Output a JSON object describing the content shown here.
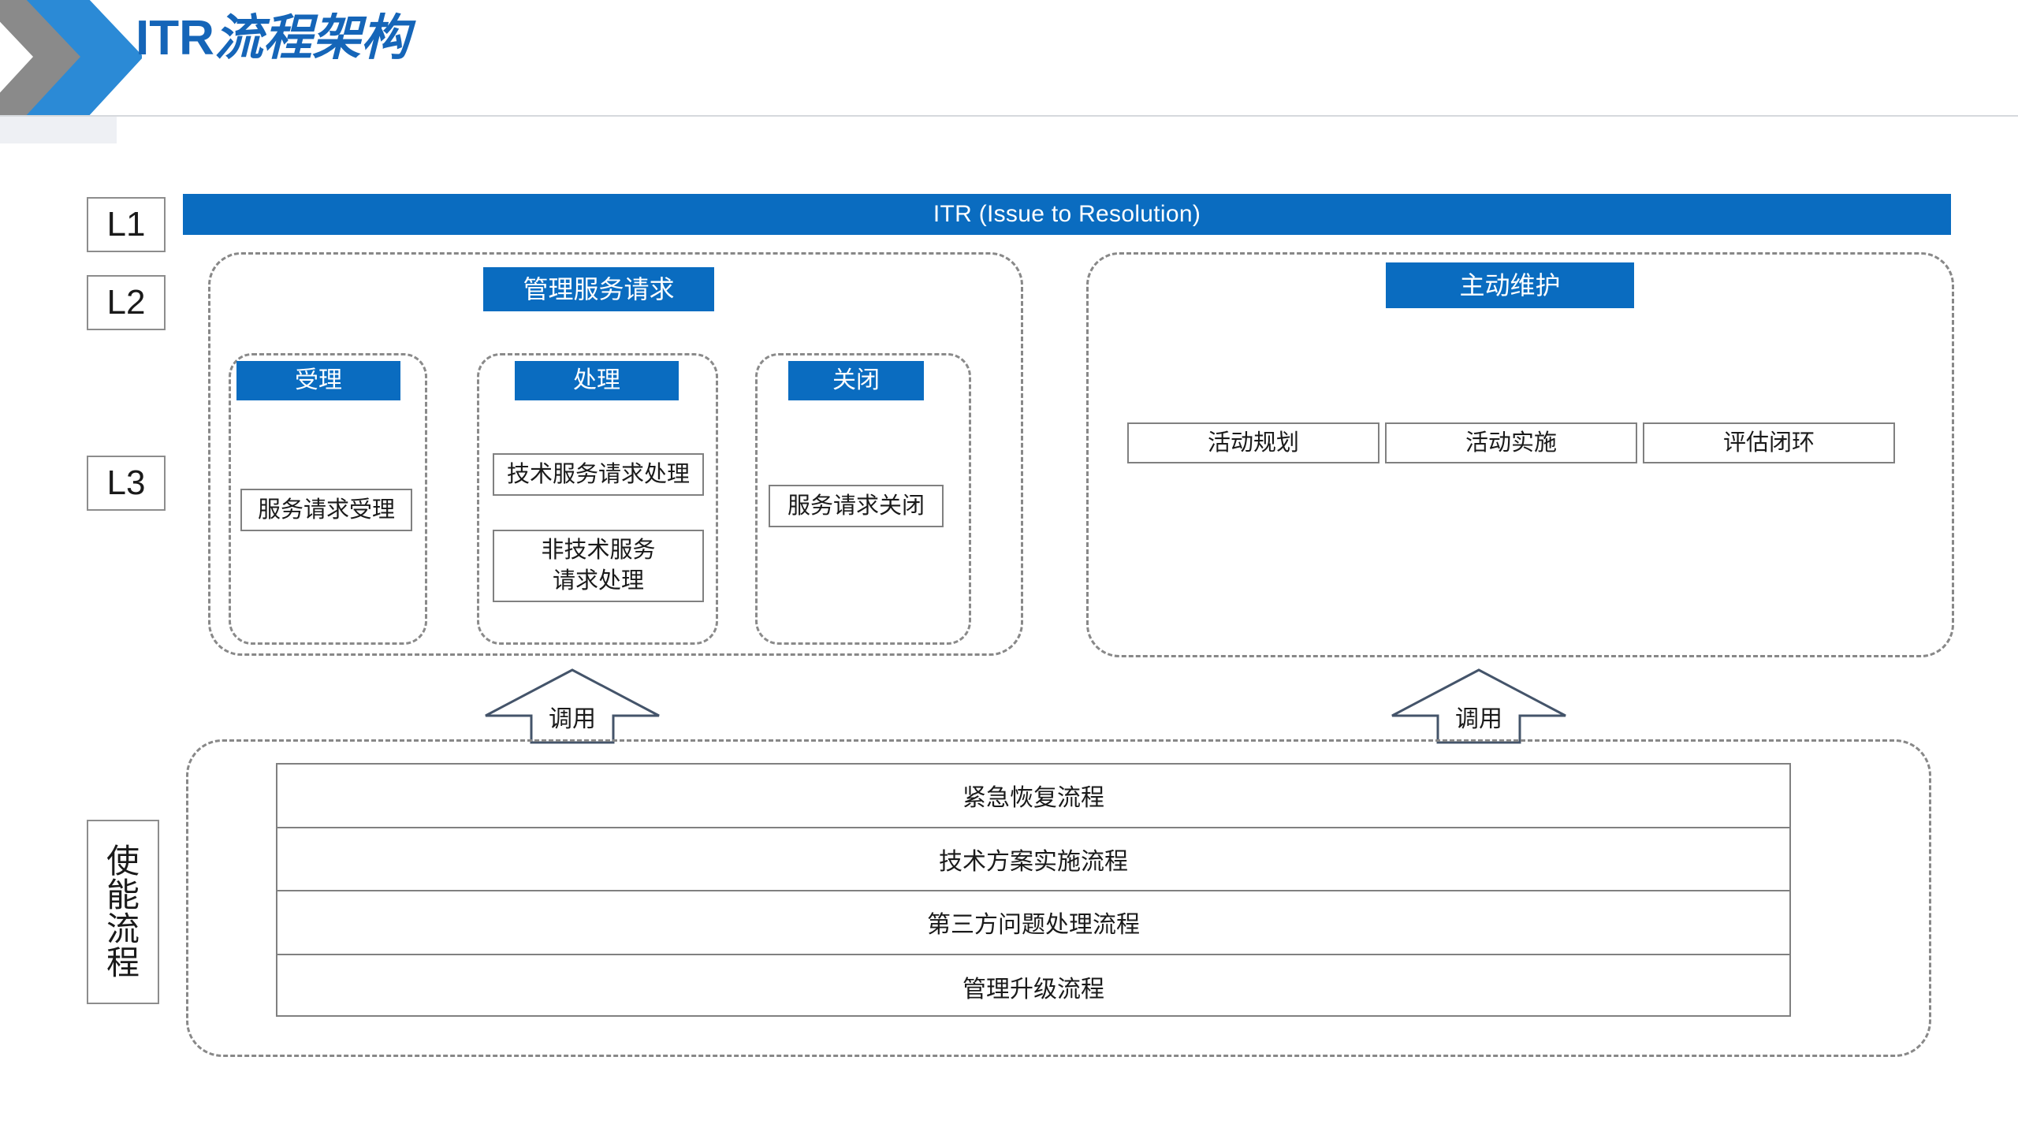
{
  "header": {
    "title_latin": "ITR",
    "title_cjk": "流程架构",
    "logo_icon": "double-chevron-icon",
    "accent_blue": "#1565B8",
    "logo_gray": "#8a8a8a",
    "logo_blue": "#2B8AD6"
  },
  "levels": {
    "l1": "L1",
    "l2": "L2",
    "l3": "L3",
    "enabling": [
      "使",
      "能",
      "流",
      "程"
    ]
  },
  "l1": {
    "label": "ITR (Issue to Resolution)",
    "color": "#0A6CC0"
  },
  "l2": {
    "left": {
      "label": "管理服务请求"
    },
    "right": {
      "label": "主动维护"
    }
  },
  "l3": {
    "columns": [
      {
        "tag": "受理",
        "items": [
          "服务请求受理"
        ]
      },
      {
        "tag": "处理",
        "items": [
          "技术服务请求处理",
          "非技术服务\n请求处理"
        ],
        "item2_line1": "非技术服务",
        "item2_line2": "请求处理"
      },
      {
        "tag": "关闭",
        "items": [
          "服务请求关闭"
        ]
      }
    ],
    "right_items": [
      "活动规划",
      "活动实施",
      "评估闭环"
    ]
  },
  "arrows": {
    "left_label": "调用",
    "right_label": "调用",
    "stroke_color": "#44546A"
  },
  "enabling_processes": {
    "rows": [
      "紧急恢复流程",
      "技术方案实施流程",
      "第三方问题处理流程",
      "管理升级流程"
    ]
  }
}
